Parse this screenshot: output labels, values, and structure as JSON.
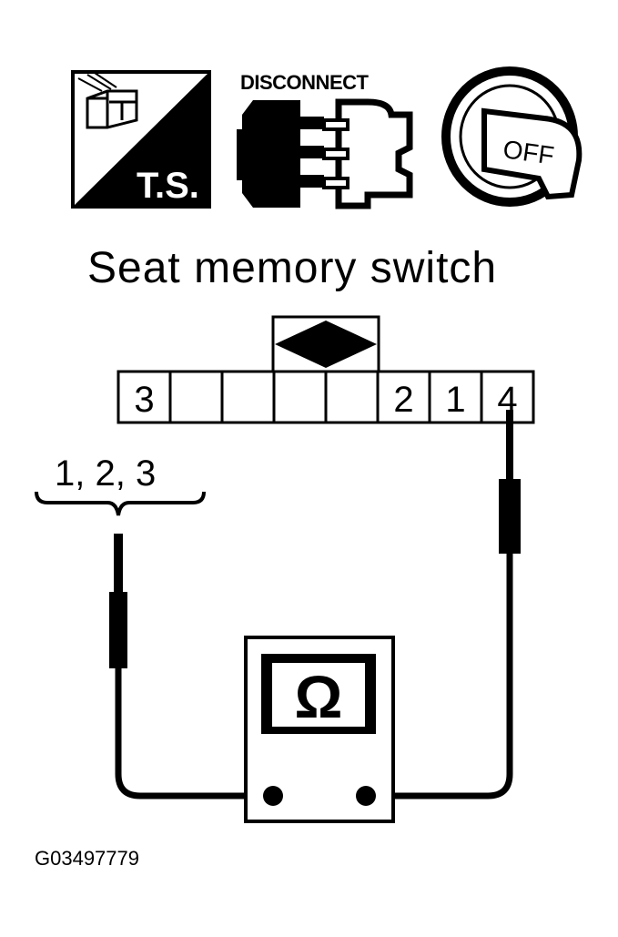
{
  "icons": {
    "test_symbol_label": "T.S.",
    "disconnect_label": "DISCONNECT",
    "ignition_label": "OFF"
  },
  "title": "Seat memory switch",
  "connector": {
    "cells": [
      "3",
      "",
      "",
      "",
      "",
      "2",
      "1",
      "4"
    ]
  },
  "probe_left_pins": "1, 2, 3",
  "meter_symbol": "Ω",
  "figure_code": "G03497779",
  "colors": {
    "ink": "#000000",
    "paper": "#ffffff"
  },
  "icon_names": [
    "test-symbol-icon",
    "disconnect-connector-icon",
    "ignition-off-icon",
    "ohmmeter-icon"
  ]
}
